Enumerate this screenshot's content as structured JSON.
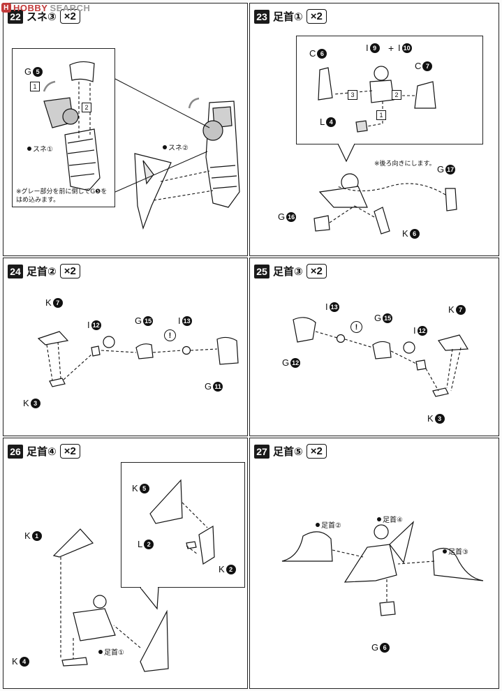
{
  "watermark": {
    "brand": "HOBBY",
    "sub": "SEARCH"
  },
  "panels": {
    "p22": {
      "num": "22",
      "title": "スネ③",
      "qty": "×2",
      "labels": {
        "g5": {
          "letter": "G",
          "n": "5"
        }
      },
      "steps": [
        "1",
        "2"
      ],
      "parts": {
        "sune1": "スネ①",
        "sune2": "スネ②"
      },
      "note": [
        "※グレー部分を前に倒してG❺を",
        "はめ込みます。"
      ]
    },
    "p23": {
      "num": "23",
      "title": "足首①",
      "qty": "×2",
      "labels": {
        "c6": {
          "letter": "C",
          "n": "6"
        },
        "i9": {
          "letter": "I",
          "n": "9"
        },
        "i10": {
          "letter": "I",
          "n": "10"
        },
        "c7": {
          "letter": "C",
          "n": "7"
        },
        "l4": {
          "letter": "L",
          "n": "4"
        },
        "g17": {
          "letter": "G",
          "n": "17"
        },
        "g16": {
          "letter": "G",
          "n": "16"
        },
        "k6": {
          "letter": "K",
          "n": "6"
        }
      },
      "plus": "+",
      "steps": [
        "3",
        "2",
        "1"
      ],
      "note": "※後ろ向きにします。"
    },
    "p24": {
      "num": "24",
      "title": "足首②",
      "qty": "×2",
      "labels": {
        "k7": {
          "letter": "K",
          "n": "7"
        },
        "i12": {
          "letter": "I",
          "n": "12"
        },
        "g15": {
          "letter": "G",
          "n": "15"
        },
        "i13": {
          "letter": "I",
          "n": "13"
        },
        "g11": {
          "letter": "G",
          "n": "11"
        },
        "k3": {
          "letter": "K",
          "n": "3"
        }
      },
      "alert": "!"
    },
    "p25": {
      "num": "25",
      "title": "足首③",
      "qty": "×2",
      "labels": {
        "i13": {
          "letter": "I",
          "n": "13"
        },
        "g15": {
          "letter": "G",
          "n": "15"
        },
        "k7": {
          "letter": "K",
          "n": "7"
        },
        "i12": {
          "letter": "I",
          "n": "12"
        },
        "g12": {
          "letter": "G",
          "n": "12"
        },
        "k3": {
          "letter": "K",
          "n": "3"
        }
      },
      "alert": "!"
    },
    "p26": {
      "num": "26",
      "title": "足首④",
      "qty": "×2",
      "labels": {
        "k5": {
          "letter": "K",
          "n": "5"
        },
        "k1": {
          "letter": "K",
          "n": "1"
        },
        "l2": {
          "letter": "L",
          "n": "2"
        },
        "k2": {
          "letter": "K",
          "n": "2"
        },
        "k4": {
          "letter": "K",
          "n": "4"
        }
      },
      "parts": {
        "ashikubi1": "足首①"
      }
    },
    "p27": {
      "num": "27",
      "title": "足首⑤",
      "qty": "×2",
      "labels": {
        "g6": {
          "letter": "G",
          "n": "6"
        }
      },
      "parts": {
        "ashikubi2": "足首②",
        "ashikubi4": "足首④",
        "ashikubi3": "足首③"
      }
    }
  },
  "colors": {
    "ink": "#111111",
    "gray": "#9a9a9a",
    "watermark": "#c23a3a"
  }
}
